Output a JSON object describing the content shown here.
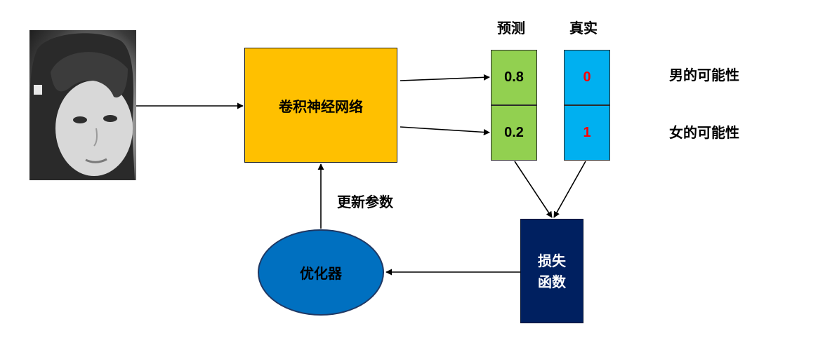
{
  "image": {
    "alt": "face photo"
  },
  "cnn": {
    "label": "卷积神经网络"
  },
  "headers": {
    "prediction": "预测",
    "truth": "真实"
  },
  "prediction": {
    "values": [
      "0.8",
      "0.2"
    ]
  },
  "truth": {
    "values": [
      "0",
      "1"
    ]
  },
  "outcome_labels": [
    "男的可能性",
    "女的可能性"
  ],
  "loss": {
    "line1": "损失",
    "line2": "函数"
  },
  "optimizer": {
    "label": "优化器"
  },
  "update": {
    "label": "更新参数"
  },
  "colors": {
    "cnn": "#ffc000",
    "prediction": "#92d050",
    "truth": "#00b0f0",
    "truth_text": "#ff0000",
    "loss": "#002060",
    "optimizer": "#0070c0"
  }
}
